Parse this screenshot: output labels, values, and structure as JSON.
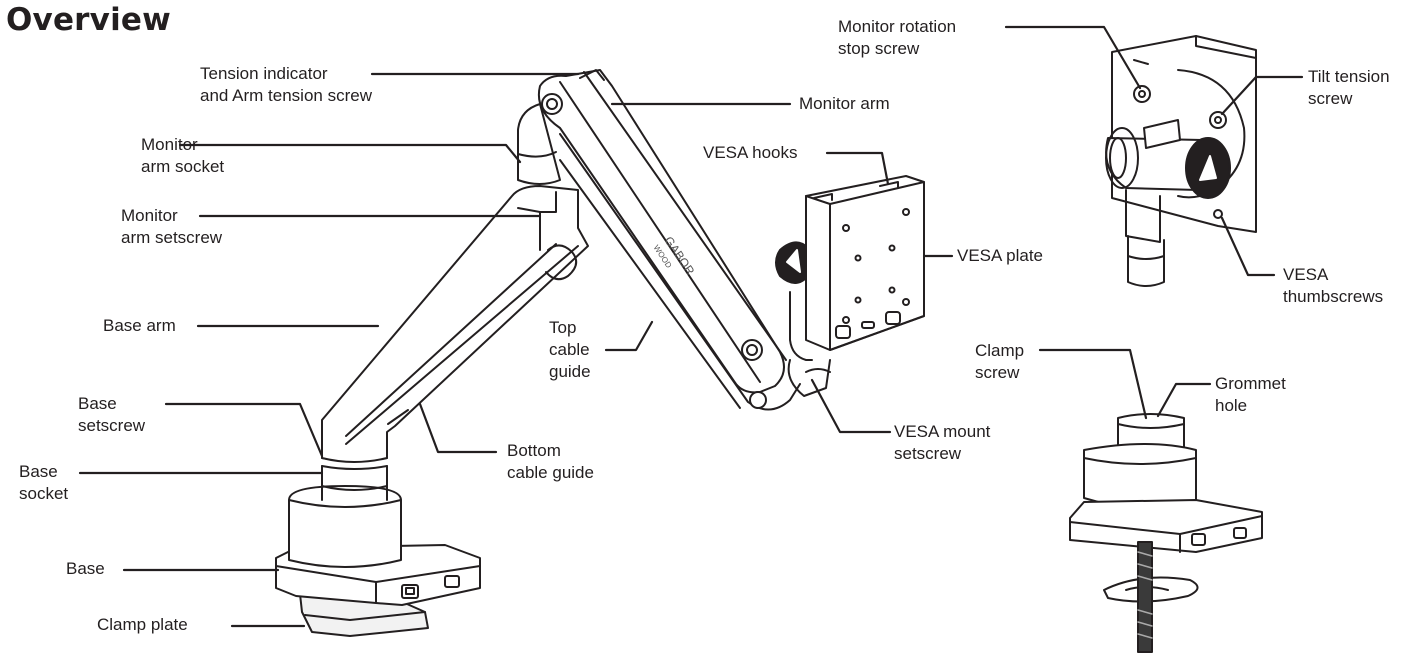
{
  "title": "Overview",
  "brand_text": {
    "line1": "GABOR",
    "line2": "WOOD"
  },
  "labels": {
    "tension_indicator": [
      "Tension indicator",
      "and Arm tension screw"
    ],
    "monitor_arm_socket": [
      "Monitor",
      "arm socket"
    ],
    "monitor_arm_setscrew": [
      "Monitor",
      "arm setscrew"
    ],
    "base_arm": [
      "Base arm"
    ],
    "base_setscrew": [
      "Base",
      "setscrew"
    ],
    "base_socket": [
      "Base",
      "socket"
    ],
    "base": [
      "Base"
    ],
    "clamp_plate": [
      "Clamp plate"
    ],
    "monitor_arm": [
      "Monitor arm"
    ],
    "vesa_hooks": [
      "VESA hooks"
    ],
    "vesa_plate": [
      "VESA plate"
    ],
    "top_cable_guide": [
      "Top",
      "cable",
      "guide"
    ],
    "bottom_cable_guide": [
      "Bottom",
      "cable guide"
    ],
    "vesa_mount_setscrew": [
      "VESA mount",
      "setscrew"
    ],
    "monitor_rotation_stop_screw": [
      "Monitor rotation",
      "stop screw"
    ],
    "tilt_tension_screw": [
      "Tilt tension",
      "screw"
    ],
    "vesa_thumbscrews": [
      "VESA",
      "thumbscrews"
    ],
    "clamp_screw": [
      "Clamp",
      "screw"
    ],
    "grommet_hole": [
      "Grommet",
      "hole"
    ]
  }
}
